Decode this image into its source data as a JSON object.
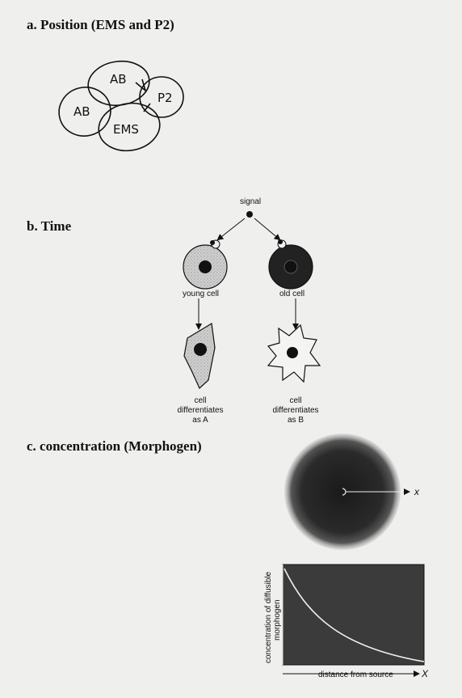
{
  "sections": {
    "a": {
      "title": "a.  Position (EMS and P2)"
    },
    "b": {
      "title": "b.  Time"
    },
    "c": {
      "title": "c.  concentration (Morphogen)"
    }
  },
  "position_sketch": {
    "cells": [
      "AB",
      "AB",
      "EMS",
      "P2"
    ]
  },
  "time_diagram": {
    "signal_label": "signal",
    "young_label": "young cell",
    "old_label": "old cell",
    "outcome_a": [
      "cell",
      "differentiates",
      "as A"
    ],
    "outcome_b": [
      "cell",
      "differentiates",
      "as B"
    ]
  },
  "morphogen": {
    "gradient_axis_label": "x",
    "plot_ylabel": [
      "concentration of diffusible",
      "morphogen"
    ],
    "plot_xlabel": "distance from source",
    "plot_x_arrow_label": "X"
  }
}
